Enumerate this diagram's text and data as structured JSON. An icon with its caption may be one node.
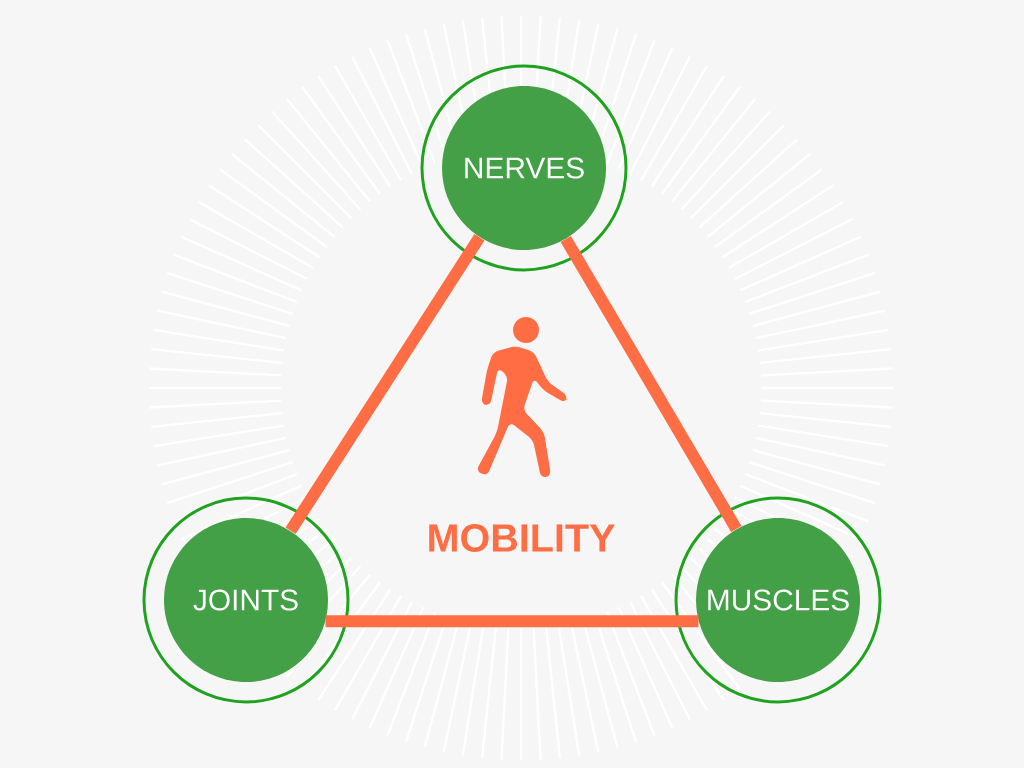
{
  "diagram": {
    "nodes": [
      {
        "text": [
          "NERVES"
        ]
      },
      {
        "text": [
          "JOINTS"
        ]
      },
      {
        "text": [
          "MUSCLES"
        ]
      }
    ],
    "edges": [
      {
        "from": 0,
        "to": 1,
        "arrow": "none"
      },
      {
        "from": 0,
        "to": 2,
        "arrow": "none"
      },
      {
        "from": 1,
        "to": 2,
        "arrow": "none"
      }
    ],
    "labels": [
      "MOBILITY"
    ]
  }
}
